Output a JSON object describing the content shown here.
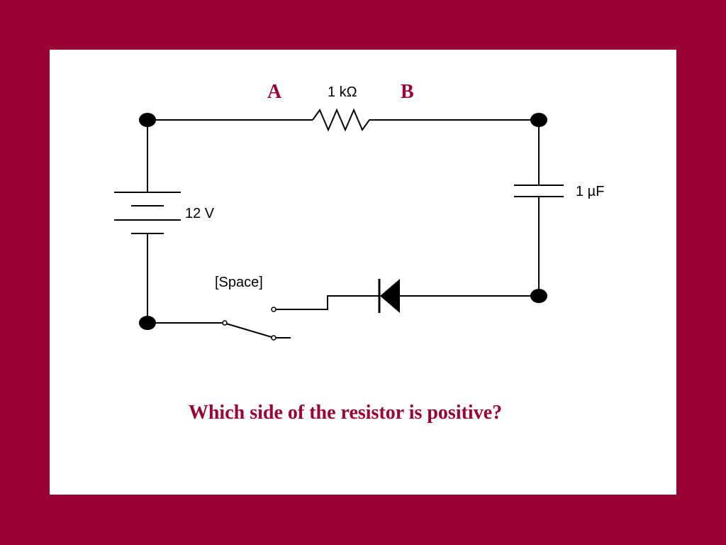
{
  "colors": {
    "frame": "#990033",
    "background": "#ffffff",
    "wire": "#000000",
    "accent_text": "#990033"
  },
  "labels": {
    "node_a": "A",
    "node_b": "B",
    "resistor": "1 kΩ",
    "capacitor": "1 µF",
    "battery": "12 V",
    "switch_key": "[Space]"
  },
  "question": "Which side of the resistor is positive?"
}
